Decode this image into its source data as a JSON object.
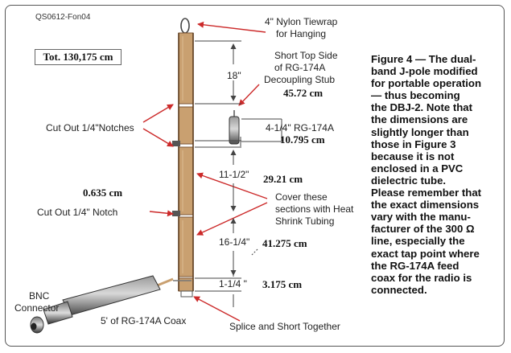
{
  "figure_id": "QS0612-Fon04",
  "total_length": "Tot. 130,175 cm",
  "labels": {
    "tiewrap": [
      "4\" Nylon Tiewrap",
      "for Hanging"
    ],
    "stub": [
      "Short Top Side",
      "of RG-174A",
      "Decoupling Stub"
    ],
    "notches": "Cut Out 1/4\"Notches",
    "notch": "Cut Out 1/4\" Notch",
    "coax_stub": "4-1/4\" RG-174A",
    "heat_shrink": [
      "Cover these",
      "sections with Heat",
      "Shrink Tubing"
    ],
    "bnc": [
      "BNC",
      "Connector"
    ],
    "coax": "5' of RG-174A Coax",
    "splice": "Splice and Short Together"
  },
  "dimensions": {
    "d18": "18\"",
    "d11": "11-1/2\"",
    "d16": "16-1/4\"",
    "d1": "1-1/4 \""
  },
  "metric": {
    "m1": "45.72 cm",
    "m2": "10.795 cm",
    "m3": "29.21 cm",
    "m4": "0.635 cm",
    "m5": "41.275 cm",
    "m6": "3.175 cm"
  },
  "caption": [
    "Figure 4 — The dual-",
    "band J-pole modified",
    "for portable operation",
    "— thus becoming",
    "the DBJ-2. Note that",
    "the dimensions are",
    "slightly longer than",
    "those in Figure 3",
    "because it is not",
    "enclosed in a PVC",
    "dielectric tube.",
    "Please remember that",
    "the exact dimensions",
    "vary with the manu-",
    "facturer of the 300 Ω",
    "line, especially the",
    "exact tap point where",
    "the RG-174A feed",
    "coax for the radio is",
    "connected."
  ],
  "colors": {
    "ladder_fill": "#c9a070",
    "ladder_edge": "#7a5533",
    "arrow": "#cc2a2a",
    "dim_line": "#444444",
    "coax_body": "#6d6d6d"
  }
}
